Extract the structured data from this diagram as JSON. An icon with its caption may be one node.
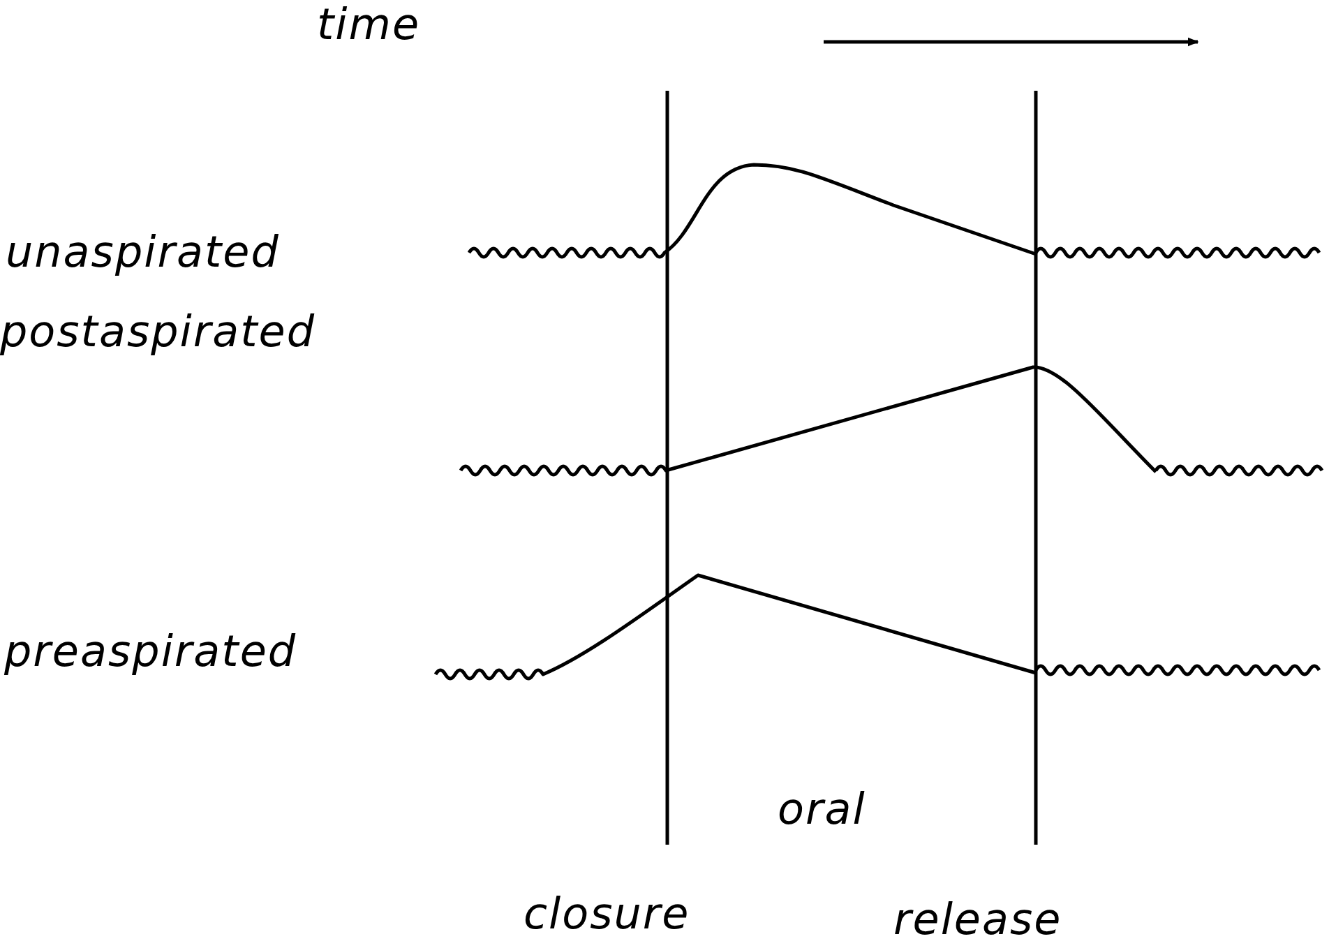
{
  "diagram": {
    "labels": [
      "time",
      "unaspirated",
      "postaspirated",
      "preaspirated",
      "oral",
      "closure",
      "release"
    ]
  }
}
